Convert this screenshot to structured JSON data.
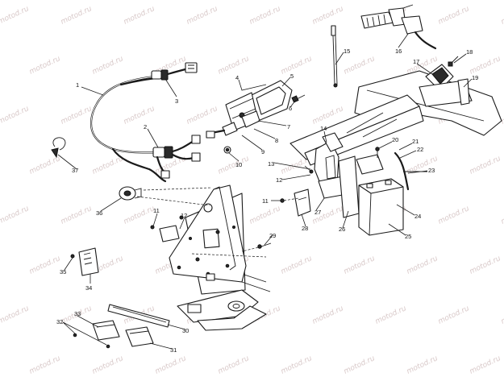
{
  "watermark": "motod.ru",
  "callouts": [
    "1",
    "2",
    "3",
    "4",
    "5",
    "6",
    "7",
    "8",
    "9",
    "10",
    "11",
    "12",
    "13",
    "14",
    "15",
    "16",
    "17",
    "18",
    "19",
    "20",
    "21",
    "22",
    "23",
    "24",
    "25",
    "26",
    "27",
    "28",
    "29",
    "30",
    "31",
    "32",
    "33",
    "34",
    "35",
    "36",
    "37"
  ],
  "colors": {
    "line": "#1a1a1a",
    "background": "#ffffff",
    "watermark": "#d8c8c8"
  }
}
